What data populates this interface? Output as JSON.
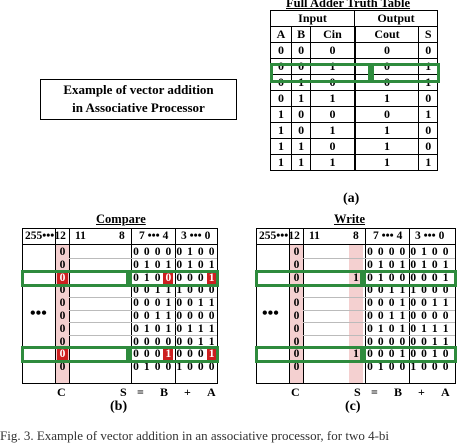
{
  "truth_table": {
    "title": "Full Adder Truth Table",
    "group_input": "Input",
    "group_output": "Output",
    "columns": [
      "A",
      "B",
      "Cin",
      "Cout",
      "S"
    ],
    "rows": [
      [
        "0",
        "0",
        "0",
        "0",
        "0"
      ],
      [
        "0",
        "0",
        "1",
        "0",
        "1"
      ],
      [
        "0",
        "1",
        "0",
        "0",
        "1"
      ],
      [
        "0",
        "1",
        "1",
        "1",
        "0"
      ],
      [
        "1",
        "0",
        "0",
        "0",
        "1"
      ],
      [
        "1",
        "0",
        "1",
        "1",
        "0"
      ],
      [
        "1",
        "1",
        "0",
        "1",
        "0"
      ],
      [
        "1",
        "1",
        "1",
        "1",
        "1"
      ]
    ],
    "caption": "(a)"
  },
  "example_box": {
    "line1": "Example of vector addition",
    "line2": "in Associative Processor"
  },
  "compare": {
    "title": "Compare",
    "header": [
      "255•••12",
      "11",
      "8",
      "7 ••• 4",
      "3 ••• 0"
    ],
    "carry": [
      "0",
      "0",
      "0",
      "0",
      "0",
      "0",
      "0",
      "0",
      "0",
      "0"
    ],
    "words": [
      "00000100",
      "01010101",
      "01000001",
      "00111000",
      "00010011",
      "00110000",
      "01010111",
      "00000011",
      "00010001",
      "01001000"
    ],
    "bottom_labels": [
      "C",
      "S",
      "=",
      "B",
      "+",
      "A"
    ],
    "ellipsis": "•••",
    "caption": "(b)"
  },
  "write": {
    "title": "Write",
    "header": [
      "255•••12",
      "11",
      "8",
      "7 ••• 4",
      "3 ••• 0"
    ],
    "carry": [
      "0",
      "0",
      "0",
      "0",
      "0",
      "0",
      "0",
      "0",
      "0",
      "0"
    ],
    "written": [
      "",
      "",
      "1",
      "",
      "",
      "",
      "",
      "",
      "1",
      ""
    ],
    "words": [
      "00000100",
      "01010101",
      "01000001",
      "00111000",
      "00010011",
      "00110000",
      "01010111",
      "00000011",
      "00010010",
      "01001000"
    ],
    "bottom_labels": [
      "C",
      "S",
      "=",
      "B",
      "+",
      "A"
    ],
    "ellipsis": "•••",
    "caption": "(c)"
  },
  "footer": "Fig. 3.   Example of vector addition in an associative processor, for two 4-bi"
}
